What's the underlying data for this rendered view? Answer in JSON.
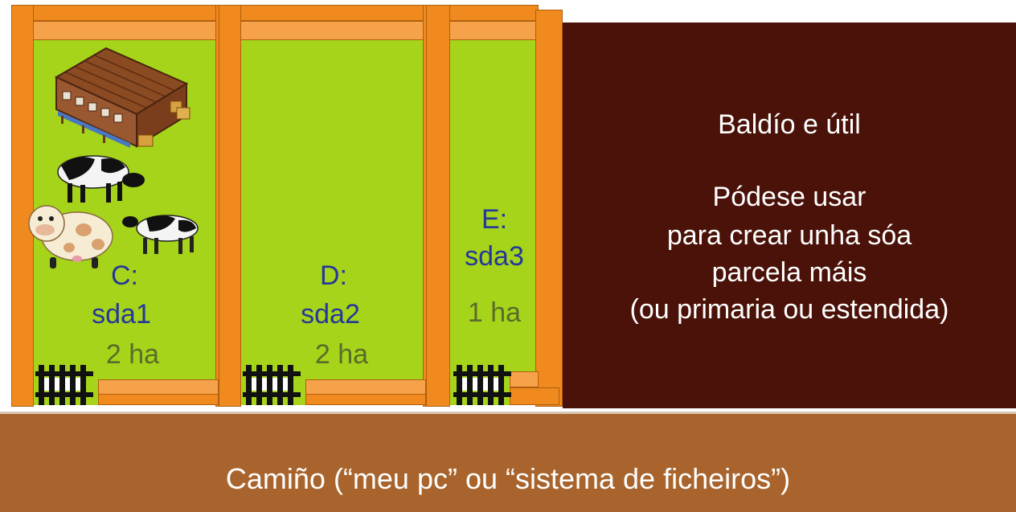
{
  "plots": [
    {
      "drive": "C:",
      "device": "sda1",
      "size": "2 ha"
    },
    {
      "drive": "D:",
      "device": "sda2",
      "size": "2 ha"
    },
    {
      "drive": "E:",
      "device": "sda3",
      "size": "1 ha"
    }
  ],
  "barren": {
    "title": "Baldío e útil",
    "lines": [
      "Pódese usar",
      "para crear unha sóa",
      "parcela máis",
      "(ou primaria ou estendida)"
    ]
  },
  "road": {
    "label": "Camiño (“meu pc” ou “sistema de ficheiros”)"
  },
  "colors": {
    "grass": "#a6d41a",
    "fence": "#f08a1e",
    "barren": "#4a1208",
    "road": "#a8642c",
    "drive_text": "#24389a"
  },
  "icons": [
    "barn-icon",
    "cow-icon",
    "cow-icon",
    "cow-icon",
    "gate-icon"
  ]
}
